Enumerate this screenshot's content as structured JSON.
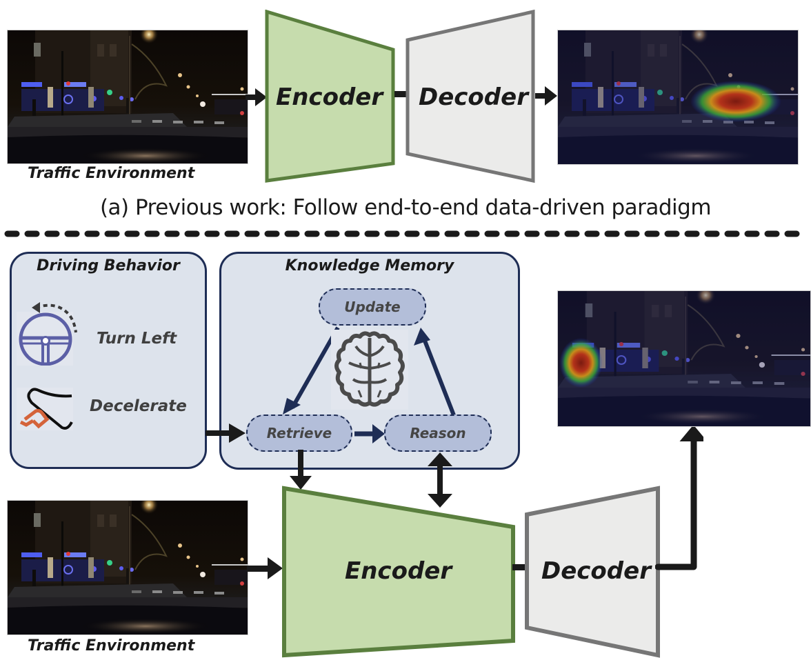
{
  "figure": {
    "part_a": {
      "input_caption": "Traffic Environment",
      "encoder_label": "Encoder",
      "decoder_label": "Decoder",
      "caption": "(a) Previous work: Follow end-to-end data-driven paradigm",
      "output_heatmap_focus": "road-center"
    },
    "part_b": {
      "driving_behavior": {
        "title": "Driving Behavior",
        "items": [
          {
            "label": "Turn Left",
            "icon": "steering-wheel-icon"
          },
          {
            "label": "Decelerate",
            "icon": "brake-pedal-icon"
          }
        ]
      },
      "knowledge_memory": {
        "title": "Knowledge Memory",
        "nodes": {
          "update": "Update",
          "retrieve": "Retrieve",
          "reason": "Reason"
        },
        "center_icon": "brain-icon"
      },
      "input_caption": "Traffic Environment",
      "encoder_label": "Encoder",
      "decoder_label": "Decoder",
      "output_heatmap_focus": "pedestrian-left"
    },
    "colors": {
      "encoder_fill": "#c6dcad",
      "encoder_stroke": "#5a7f3e",
      "decoder_fill": "#ebebea",
      "decoder_stroke": "#767676",
      "panel_fill": "#dde3ec",
      "panel_stroke": "#1e2d55",
      "pill_fill": "#b3bed9",
      "steering_wheel": "#5b5fa6",
      "pedal": "#d4633a",
      "arrow": "#1a1a1a"
    }
  }
}
